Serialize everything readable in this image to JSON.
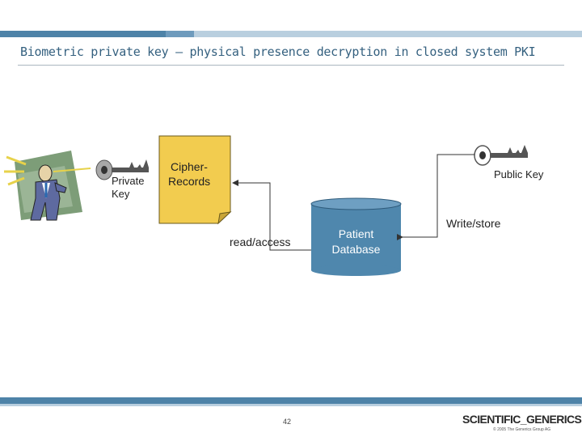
{
  "title": "Biometric private key – physical presence decryption in closed system PKI",
  "labels": {
    "private_key": [
      "Private",
      "Key"
    ],
    "cipher_records": [
      "Cipher-",
      "Records"
    ],
    "public_key": "Public Key",
    "read_access": "read/access",
    "patient_database": [
      "Patient",
      "Database"
    ],
    "write_store": "Write/store"
  },
  "footer": {
    "page_number": "42",
    "logo": "SCIENTIFIC_GENERICS",
    "copyright": "© 2005 The Generics Group AG"
  },
  "colors": {
    "accent_dark": "#4e83a8",
    "accent_light": "#b9cfdf",
    "note_fill": "#f2cc4f",
    "database_fill": "#4f87ad"
  }
}
